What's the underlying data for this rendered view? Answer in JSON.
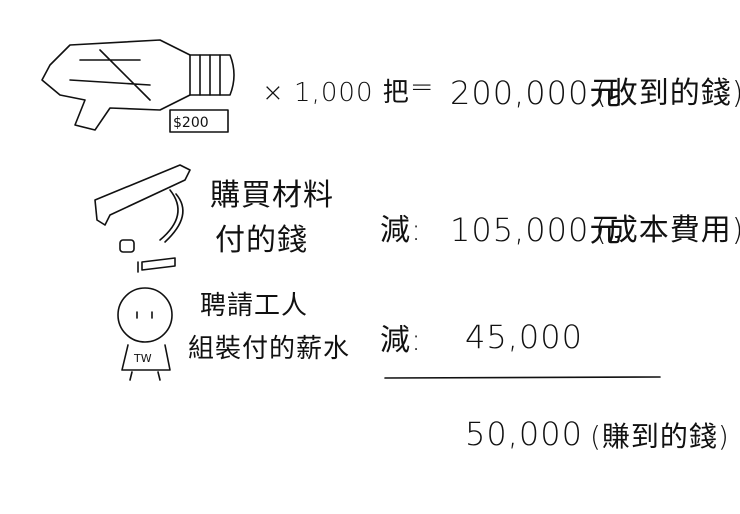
{
  "revenue_row": {
    "price_tag": "$200",
    "quantity": "× 1,000 把",
    "equals": "=",
    "amount": "200,000元",
    "note": "(收到的錢)"
  },
  "materials_row": {
    "label_line1": "購買材料",
    "label_line2": "付的錢",
    "minus": "減:",
    "amount": "105,000元",
    "note": "(成本費用)"
  },
  "labor_row": {
    "label_line1": "聘請工人",
    "label_line2": "組裝付的薪水",
    "minus": "減:",
    "amount": "45,000",
    "shirt_text": "TW"
  },
  "result_row": {
    "amount": "50,000",
    "note": "(賺到的錢)"
  }
}
